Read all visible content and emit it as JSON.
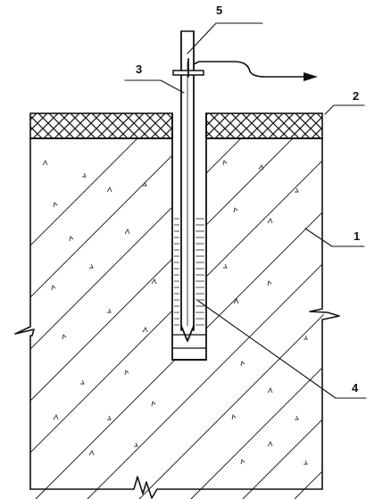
{
  "diagram": {
    "labels": {
      "soil": "1",
      "cover": "2",
      "pipe": "3",
      "cavity": "4",
      "collar": "5"
    }
  }
}
